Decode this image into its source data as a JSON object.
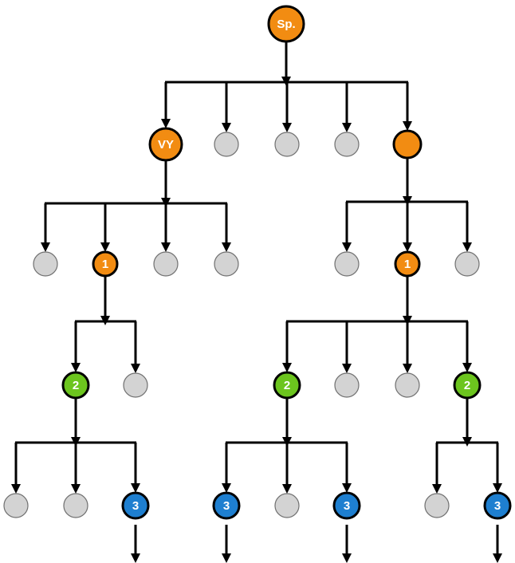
{
  "diagram": {
    "nodes": [
      {
        "id": "sp",
        "label": "Sp.",
        "kind": "orange"
      },
      {
        "id": "vy",
        "label": "VY",
        "kind": "orange"
      },
      {
        "id": "g1",
        "label": "",
        "kind": "gray"
      },
      {
        "id": "g2",
        "label": "",
        "kind": "gray"
      },
      {
        "id": "g3",
        "label": "",
        "kind": "gray"
      },
      {
        "id": "o2",
        "label": "",
        "kind": "orange"
      },
      {
        "id": "l1",
        "label": "",
        "kind": "gray"
      },
      {
        "id": "a1",
        "label": "1",
        "kind": "orange"
      },
      {
        "id": "l2",
        "label": "",
        "kind": "gray"
      },
      {
        "id": "l3",
        "label": "",
        "kind": "gray"
      },
      {
        "id": "r1",
        "label": "",
        "kind": "gray"
      },
      {
        "id": "b1",
        "label": "1",
        "kind": "orange"
      },
      {
        "id": "r2",
        "label": "",
        "kind": "gray"
      },
      {
        "id": "a2",
        "label": "2",
        "kind": "green"
      },
      {
        "id": "a2g",
        "label": "",
        "kind": "gray"
      },
      {
        "id": "b2",
        "label": "2",
        "kind": "green"
      },
      {
        "id": "b2g1",
        "label": "",
        "kind": "gray"
      },
      {
        "id": "b2g2",
        "label": "",
        "kind": "gray"
      },
      {
        "id": "c2",
        "label": "2",
        "kind": "green"
      },
      {
        "id": "a3g1",
        "label": "",
        "kind": "gray"
      },
      {
        "id": "a3g2",
        "label": "",
        "kind": "gray"
      },
      {
        "id": "a3",
        "label": "3",
        "kind": "blue"
      },
      {
        "id": "b3a",
        "label": "3",
        "kind": "blue"
      },
      {
        "id": "b3g",
        "label": "",
        "kind": "gray"
      },
      {
        "id": "b3b",
        "label": "3",
        "kind": "blue"
      },
      {
        "id": "c3g",
        "label": "",
        "kind": "gray"
      },
      {
        "id": "c3",
        "label": "3",
        "kind": "blue"
      }
    ],
    "edges": [
      [
        "sp",
        "vy"
      ],
      [
        "sp",
        "g1"
      ],
      [
        "sp",
        "g2"
      ],
      [
        "sp",
        "g3"
      ],
      [
        "sp",
        "o2"
      ],
      [
        "vy",
        "l1"
      ],
      [
        "vy",
        "a1"
      ],
      [
        "vy",
        "l2"
      ],
      [
        "vy",
        "l3"
      ],
      [
        "o2",
        "r1"
      ],
      [
        "o2",
        "b1"
      ],
      [
        "o2",
        "r2"
      ],
      [
        "a1",
        "a2"
      ],
      [
        "a1",
        "a2g"
      ],
      [
        "b1",
        "b2"
      ],
      [
        "b1",
        "b2g1"
      ],
      [
        "b1",
        "b2g2"
      ],
      [
        "b1",
        "c2"
      ],
      [
        "a2",
        "a3g1"
      ],
      [
        "a2",
        "a3g2"
      ],
      [
        "a2",
        "a3"
      ],
      [
        "b2",
        "b3a"
      ],
      [
        "b2",
        "b3g"
      ],
      [
        "b2",
        "b3b"
      ],
      [
        "c2",
        "c3g"
      ],
      [
        "c2",
        "c3"
      ]
    ],
    "continuation_nodes": [
      "a3",
      "b3a",
      "b3b",
      "c3"
    ],
    "colors": {
      "orange": "#F28C12",
      "green": "#6CC51E",
      "blue": "#1E7FD0",
      "gray": "#D3D3D3",
      "stroke": "#000000"
    }
  }
}
